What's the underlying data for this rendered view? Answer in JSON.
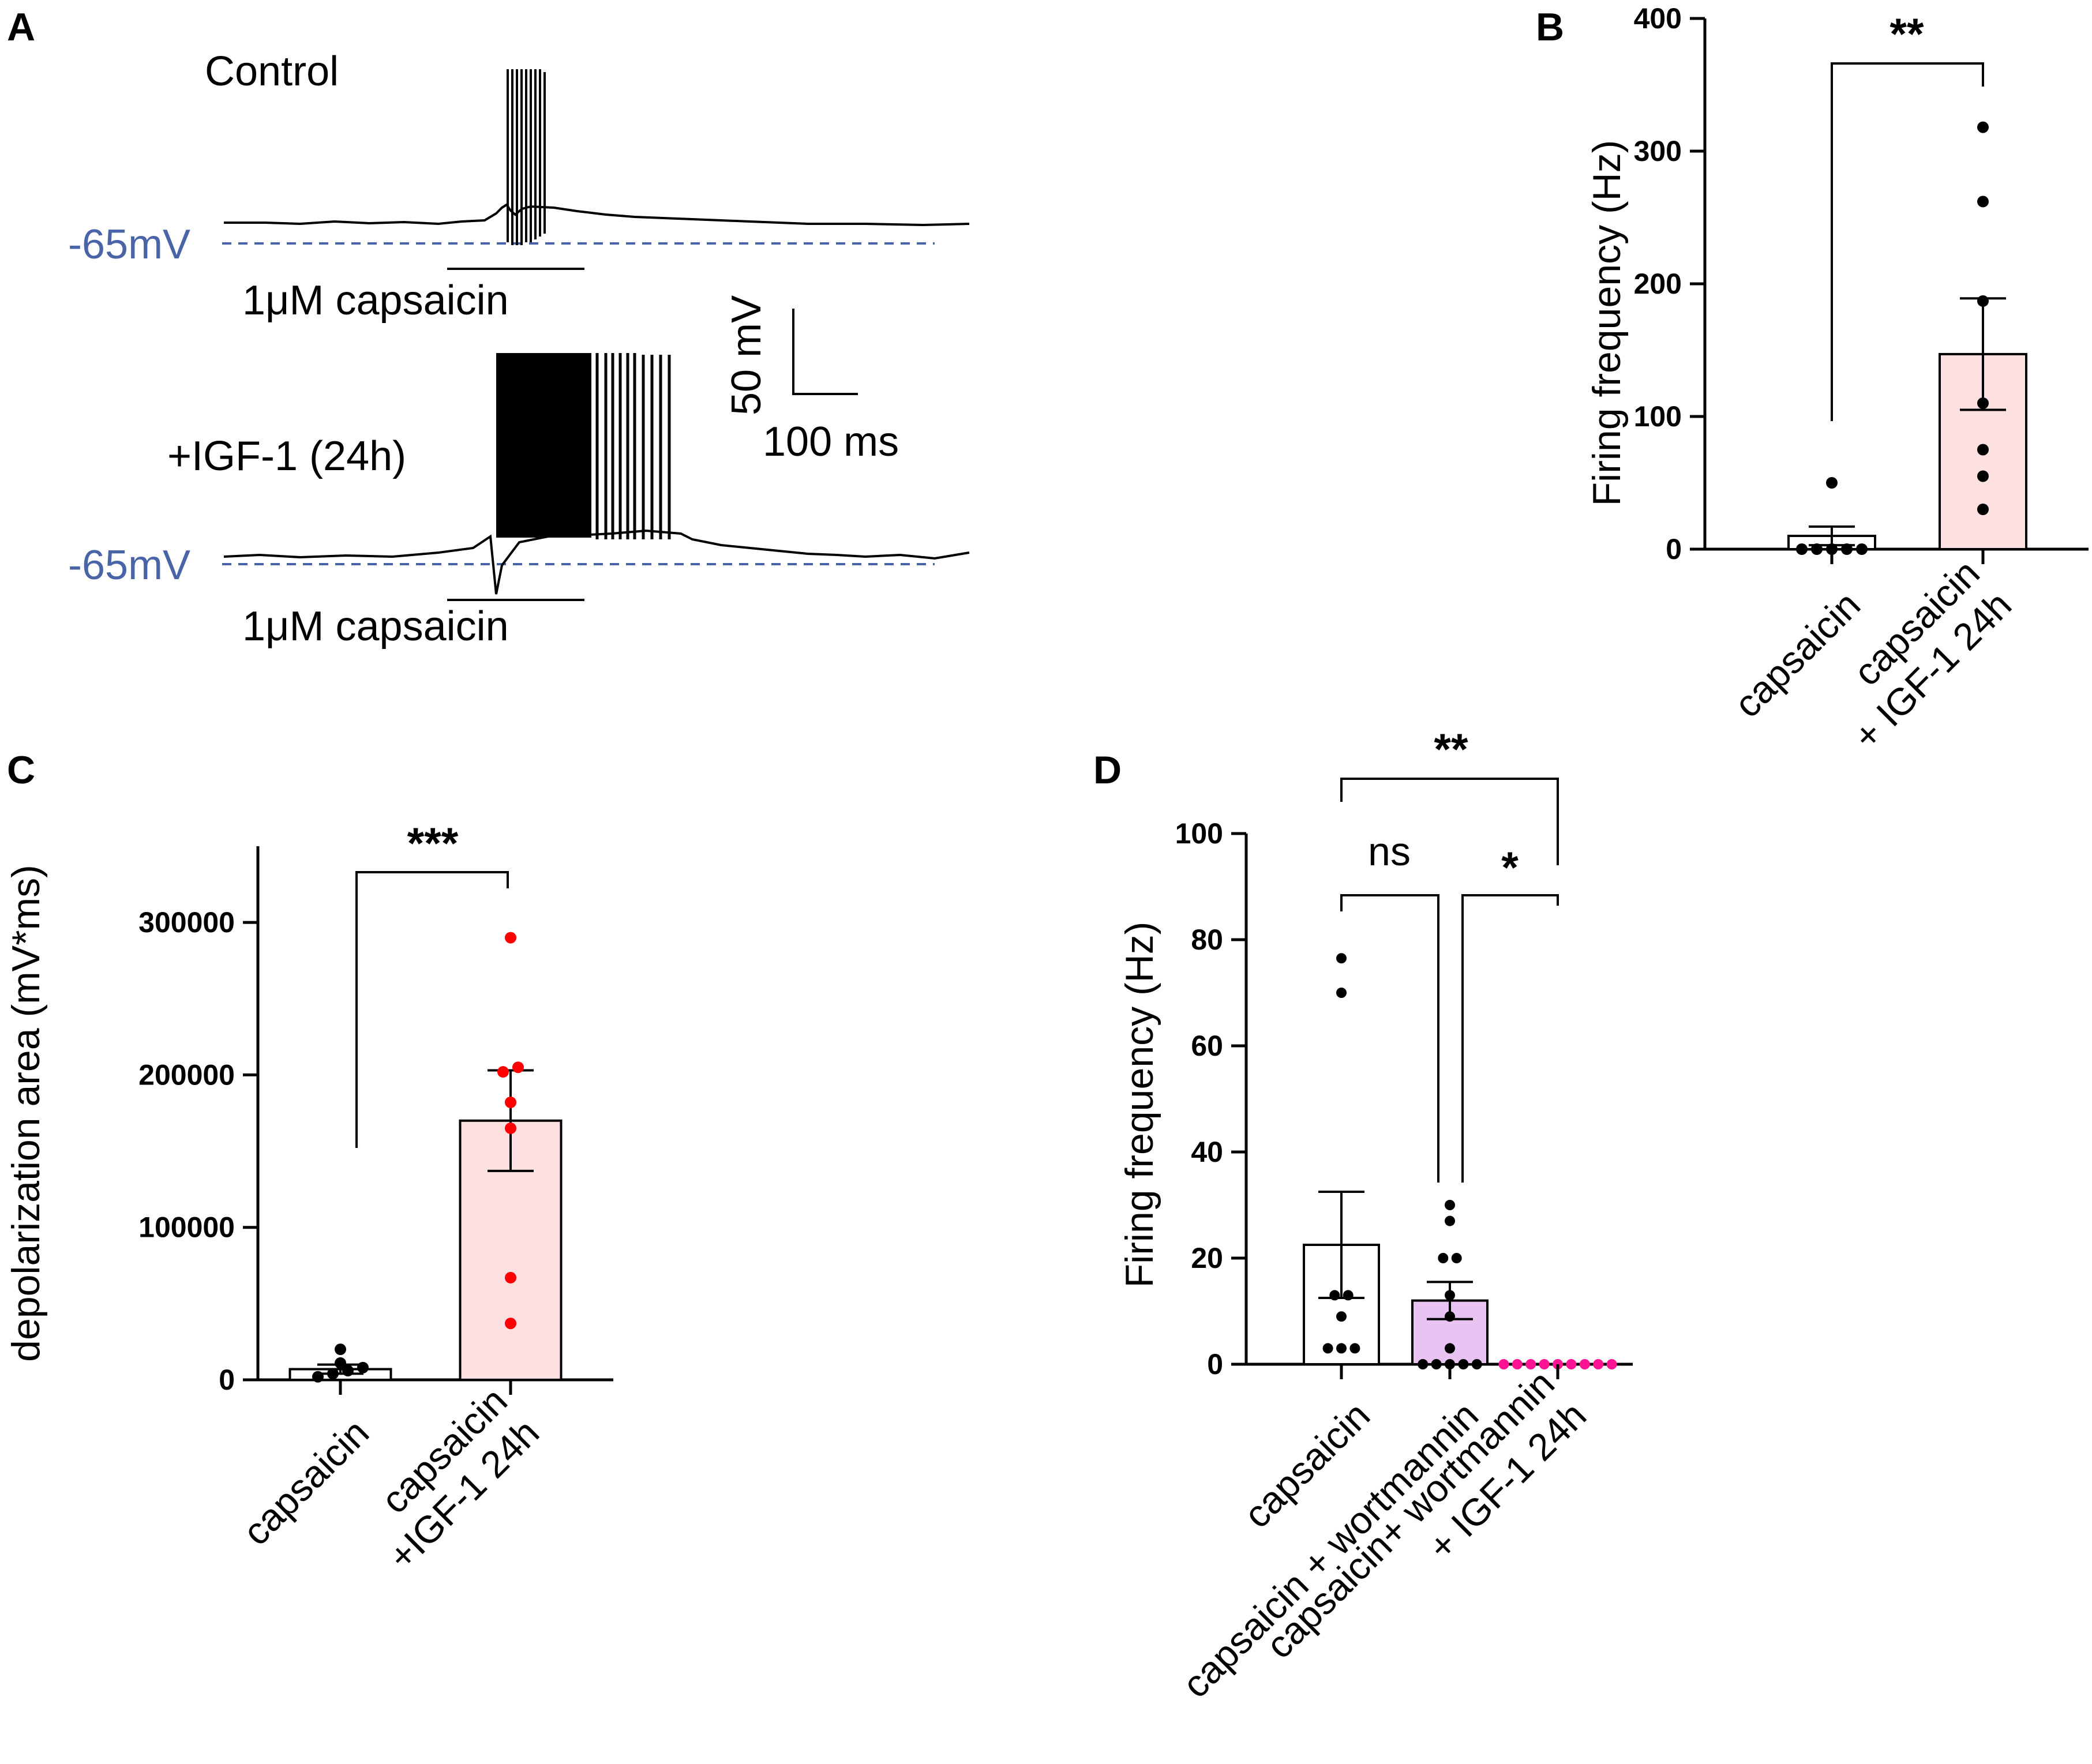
{
  "panel_A": {
    "letter": "A",
    "control_label": "Control",
    "igf_label": "+IGF-1  (24h)",
    "baseline_label_top": "-65mV",
    "baseline_label_bottom": "-65mV",
    "stim_label_top": "1μM capsaicin",
    "stim_label_bottom": "1μM capsaicin",
    "scale_v": "50 mV",
    "scale_t": "100 ms",
    "baseline_color": "#4a64a8"
  },
  "panel_B": {
    "letter": "B",
    "sig_label": "**"
  },
  "panel_C": {
    "letter": "C",
    "sig_label": "***"
  },
  "panel_D": {
    "letter": "D",
    "sig_top": "**",
    "sig_ns": "ns",
    "sig_star": "*"
  },
  "chart_data": [
    {
      "id": "B",
      "type": "bar",
      "ylabel": "Firing frequency (Hz)",
      "ylim": [
        0,
        400
      ],
      "yticks": [
        "0",
        "100",
        "200",
        "300",
        "400"
      ],
      "categories": [
        "capsaicin",
        "capsaicin\n+ IGF-1 24h"
      ],
      "values": [
        10,
        147
      ],
      "sem": [
        7,
        42
      ],
      "bar_colors": [
        "#ffffff",
        "#fde1e1"
      ],
      "point_colors": [
        "#000000",
        "#000000"
      ],
      "points": [
        [
          0,
          0,
          0,
          0,
          0,
          50
        ],
        [
          30,
          55,
          75,
          110,
          187,
          262,
          318
        ]
      ]
    },
    {
      "id": "C",
      "type": "bar",
      "ylabel": "depolarization area (mV*ms)",
      "ylim": [
        0,
        350000
      ],
      "yticks": [
        "0",
        "100000",
        "200000",
        "300000"
      ],
      "categories": [
        "capsaicin",
        "capsaicin\n+IGF-1 24h"
      ],
      "values": [
        7000,
        170000
      ],
      "sem": [
        3000,
        33000
      ],
      "bar_colors": [
        "#ffffff",
        "#fde1e1"
      ],
      "point_colors": [
        "#000000",
        "#ff0000"
      ],
      "points": [
        [
          2000,
          4000,
          6000,
          8000,
          11000,
          20000
        ],
        [
          37000,
          67000,
          165000,
          182000,
          202000,
          205000,
          290000
        ]
      ]
    },
    {
      "id": "D",
      "type": "bar",
      "ylabel": "Firing frequency (Hz)",
      "ylim": [
        0,
        100
      ],
      "yticks": [
        "0",
        "20",
        "40",
        "60",
        "80",
        "100"
      ],
      "categories": [
        "capsaicin",
        "capsaicin + wortmannin",
        "capsaicin+ wortmannin\n+ IGF-1 24h"
      ],
      "values": [
        22.5,
        12,
        0
      ],
      "sem": [
        10,
        3.5,
        0
      ],
      "bar_colors": [
        "#ffffff",
        "#e9c3f1",
        "#ffffff"
      ],
      "point_colors": [
        "#000000",
        "#000000",
        "#ff1493"
      ],
      "points": [
        [
          3,
          3,
          3,
          9,
          13,
          13,
          70,
          76.5
        ],
        [
          0,
          0,
          0,
          0,
          0,
          3,
          9,
          13,
          20,
          20,
          27,
          30
        ],
        [
          0,
          0,
          0,
          0,
          0,
          0,
          0,
          0,
          0
        ]
      ]
    }
  ]
}
